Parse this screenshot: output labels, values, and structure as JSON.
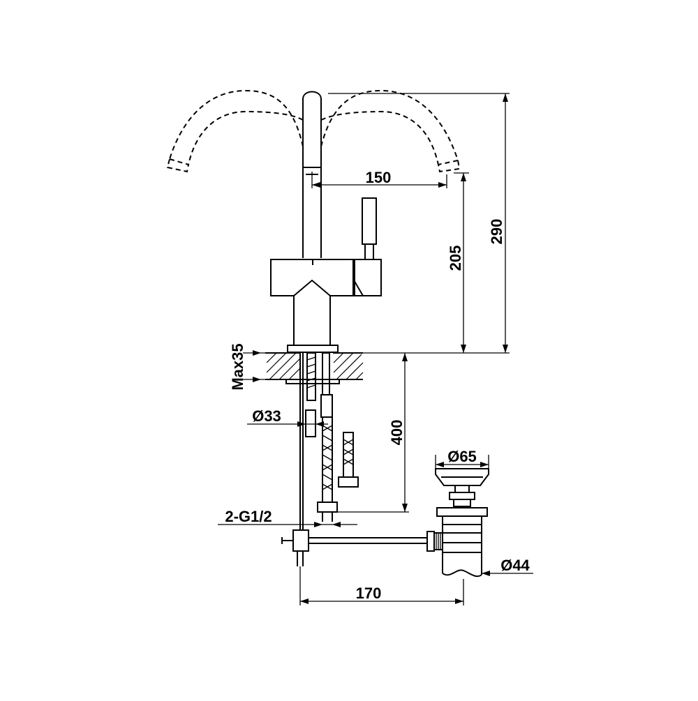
{
  "dimensions": {
    "spout_reach": "150",
    "spout_height": "205",
    "total_height": "290",
    "max_deck_thickness": "Max35",
    "hole_diameter": "Ø33",
    "hose_length": "400",
    "connection_thread": "2-G1/2",
    "waste_cap_diameter": "Ø65",
    "waste_pipe_diameter": "Ø44",
    "popup_rod_length": "170"
  },
  "colors": {
    "line": "#000000",
    "background": "#ffffff"
  }
}
